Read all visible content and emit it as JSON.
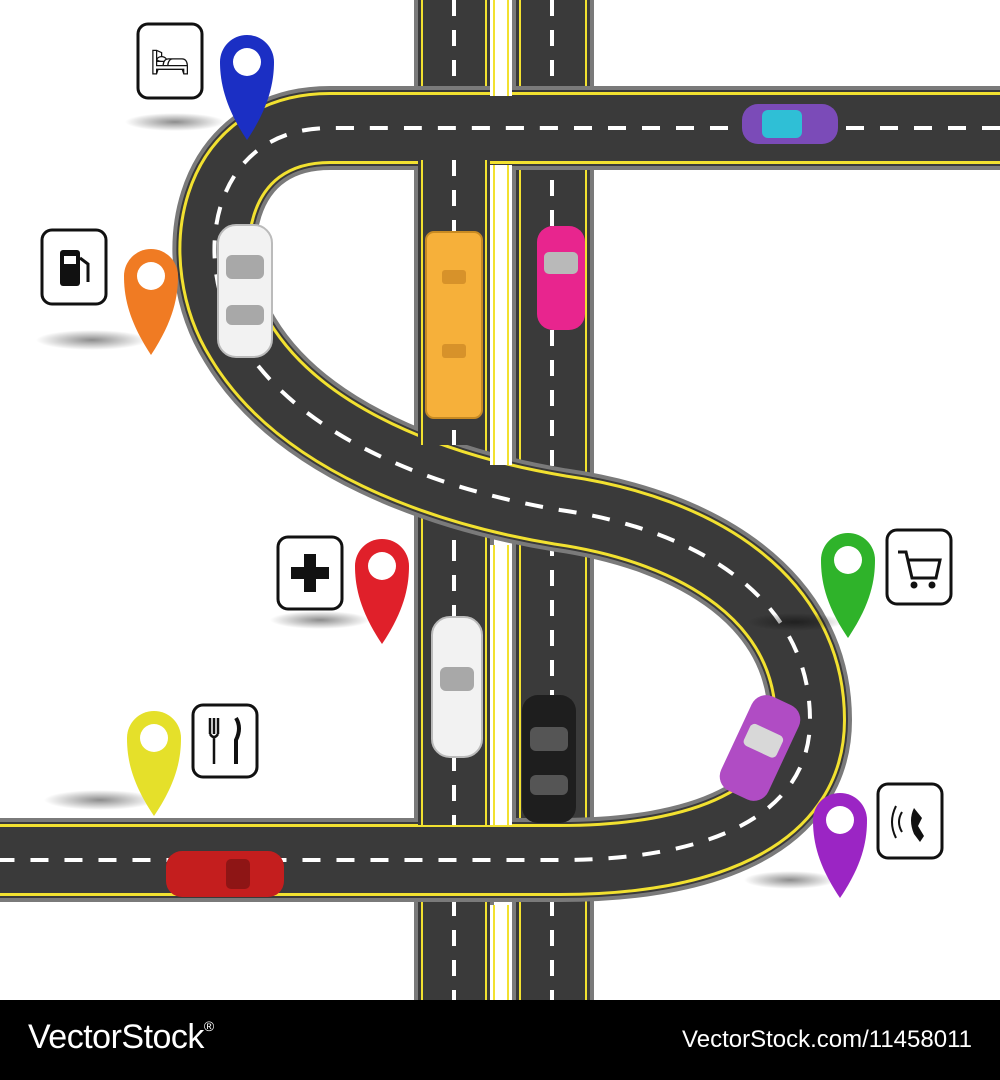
{
  "colors": {
    "asphalt": "#3a3a3a",
    "road_edge": "#7a7a7a",
    "edge_line": "#f2e130",
    "center_dash": "#ffffff",
    "background": "#ffffff",
    "footer": "#000000"
  },
  "map": {
    "shape": "dollar-sign-road-interchange",
    "markers": [
      {
        "name": "hotel",
        "icon": "bed-icon",
        "pin_color": "#1b2fc4"
      },
      {
        "name": "gas-station",
        "icon": "fuel-pump-icon",
        "pin_color": "#f07b23"
      },
      {
        "name": "hospital",
        "icon": "plus-icon",
        "pin_color": "#e0202a"
      },
      {
        "name": "shop",
        "icon": "shopping-cart-icon",
        "pin_color": "#2fb32a"
      },
      {
        "name": "restaurant",
        "icon": "fork-knife-icon",
        "pin_color": "#e5e02a"
      },
      {
        "name": "phone",
        "icon": "phone-icon",
        "pin_color": "#9b25c4"
      }
    ],
    "vehicles": [
      {
        "name": "purple-convertible",
        "color": "#7b4bb8"
      },
      {
        "name": "white-car-curve",
        "color": "#f2f2f2"
      },
      {
        "name": "yellow-bus",
        "color": "#f6b03a"
      },
      {
        "name": "pink-car",
        "color": "#e8258e"
      },
      {
        "name": "white-car-center",
        "color": "#f2f2f2"
      },
      {
        "name": "black-car",
        "color": "#1e1e1e"
      },
      {
        "name": "violet-car",
        "color": "#b04cc4"
      },
      {
        "name": "red-car",
        "color": "#c41e1e"
      }
    ]
  },
  "footer": {
    "brand": "VectorStock",
    "trademark": "®",
    "reference": "VectorStock.com/11458011"
  }
}
